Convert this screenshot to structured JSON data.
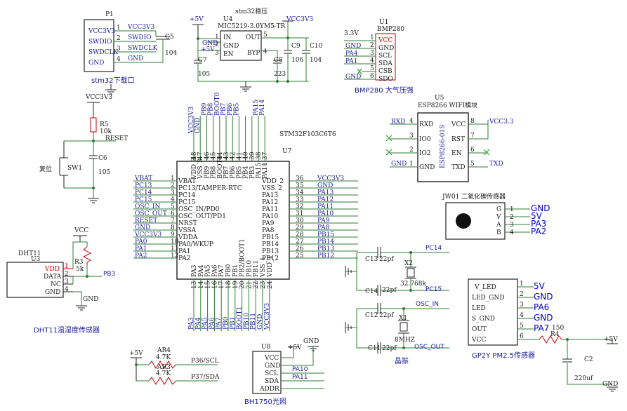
{
  "p1": {
    "ref": "P1",
    "pins": [
      "VCC3V3",
      "SWDIO",
      "SWDCLK",
      "GND"
    ],
    "nets": [
      "VCC3V3",
      "SWDIO",
      "SWDCLK",
      "GND"
    ],
    "cap_ref": "C5",
    "cap_val": "104",
    "caption": "stm32下载口"
  },
  "reg": {
    "title": "stm32稳压",
    "ref": "U4",
    "part": "MIC5219-3.0YM5-TR",
    "pins": [
      "IN",
      "GND",
      "EN",
      "OUT",
      "BYP"
    ],
    "in_net": "+5V",
    "out_net": "VCC3V3",
    "power": "+5V",
    "c7_ref": "C7",
    "c7_val": "105",
    "c8_ref": "C8",
    "c8_val": "223",
    "c9_ref": "C9",
    "c9_val": "106",
    "c10_ref": "C10",
    "c10_val": "104"
  },
  "bmp": {
    "ref": "U1",
    "part": "BMP280",
    "supply": "3.3V",
    "pins": [
      "VCC",
      "GND",
      "SCL",
      "SDA",
      "CSB",
      "SDO"
    ],
    "nets": [
      "GND",
      "PA4",
      "PA1"
    ],
    "caption": "BMP280 大气压强"
  },
  "reset": {
    "vcc": "VCC3V3",
    "r_ref": "R5",
    "r_val": "10k",
    "net": "RESET",
    "c_ref": "C6",
    "c_val": "105",
    "sw_ref": "SW1",
    "sw_label": "复位"
  },
  "mcu": {
    "ref": "U7",
    "part": "STM32F103C6T6",
    "top_pins": [
      "VDD_3",
      "VSS_3",
      "PB9",
      "PB8",
      "BOOT0",
      "PB7",
      "PB6",
      "PB5",
      "PB4",
      "PB3",
      "PA15",
      "PA14"
    ],
    "top_nums": [
      "48",
      "47",
      "46",
      "45",
      "44",
      "43",
      "42",
      "41",
      "40",
      "39",
      "38",
      "37"
    ],
    "top_nets": [
      "VCC3V3",
      "GND",
      "PB9",
      "PB8",
      "BOOT0",
      "PB7",
      "PB6",
      "PB5",
      "",
      "",
      "PA15",
      "PA14"
    ],
    "left_pins": [
      "VBAT",
      "PC13/TAMPER-RTC",
      "PC14",
      "PC15",
      "OSC_IN/PD0",
      "OSC_OUT/PD1",
      "NRST",
      "VSSA",
      "VDDA",
      "PA0/WKUP",
      "PA1",
      "PA2"
    ],
    "left_nums": [
      "1",
      "2",
      "3",
      "4",
      "5",
      "6",
      "7",
      "8",
      "9",
      "10",
      "11",
      "12"
    ],
    "left_nets": [
      "VBAT",
      "PC13",
      "PC14",
      "PC15",
      "OSC_IN",
      "OSC_OUT",
      "RESET",
      "GND",
      "VCC3V3",
      "PA0",
      "PA1",
      "PA2"
    ],
    "right_pins": [
      "VDD_2",
      "VSS_2",
      "PA13",
      "PA12",
      "PA11",
      "PA10",
      "PA9",
      "PA8",
      "PB15",
      "PB14",
      "PB13",
      "PB12"
    ],
    "right_nums": [
      "36",
      "35",
      "34",
      "33",
      "32",
      "31",
      "30",
      "29",
      "28",
      "27",
      "26",
      "25"
    ],
    "right_nets": [
      "VCC3V3",
      "GND",
      "PA13",
      "PA12",
      "PA11",
      "PA10",
      "PA9",
      "PA8",
      "PB15",
      "PB14",
      "PB13",
      "PB12"
    ],
    "bottom_pins": [
      "PA3",
      "PA4",
      "PA5",
      "PA6",
      "PA7",
      "PB0",
      "PB1",
      "PB2/BOOT1",
      "PB10",
      "PB11",
      "VSS_1",
      "VDD_1"
    ],
    "bottom_nums": [
      "13",
      "14",
      "15",
      "16",
      "17",
      "18",
      "19",
      "20",
      "21",
      "22",
      "23",
      "24"
    ],
    "bottom_nets": [
      "PA3",
      "PA4",
      "PA5",
      "PA6",
      "PA7",
      "PB0",
      "PB1",
      "BOOT1",
      "PB10",
      "PB11",
      "GND",
      "VCC3V3"
    ]
  },
  "esp": {
    "ref": "U5",
    "title": "ESP8266 WIFI模块",
    "part": "ESP8266-01S",
    "left_pins": [
      "RXD",
      "IO0",
      "IO2",
      "GND"
    ],
    "left_nums": [
      "4",
      "3",
      "2",
      "1"
    ],
    "right_pins": [
      "VCC",
      "RST",
      "EN",
      "TXD"
    ],
    "right_nums": [
      "8",
      "7",
      "6",
      "5"
    ],
    "nets": {
      "rxd": "RXD",
      "gnd": "GND",
      "vcc": "VCC3.3",
      "txd": "TXD"
    }
  },
  "jw01": {
    "title": "JW01 二氧化碳传感器",
    "pins": [
      "G",
      "V",
      "A",
      "B"
    ],
    "nums": [
      "1",
      "2",
      "3",
      "4"
    ],
    "nets": [
      "GND",
      "5V",
      "PA3",
      "PA2"
    ]
  },
  "dht": {
    "ref": "U3",
    "part": "DHT11",
    "pins": [
      "VDD",
      "DATA",
      "NC",
      "GND"
    ],
    "nums": [
      "1",
      "2",
      "3",
      "4"
    ],
    "vcc": "VCC",
    "r_ref": "R3",
    "r_val": "5k",
    "net": "PB3",
    "gnd": "GND",
    "caption": "DHT11温湿度传感器"
  },
  "crystal": {
    "c13_ref": "C13",
    "c13_val": "22pf",
    "c14_ref": "C14",
    "c14_val": "22pf",
    "x2_ref": "X2",
    "x2_val": "32.768k",
    "pc14": "PC14",
    "pc15": "PC15",
    "c12_ref": "C12",
    "c12_val": "22pf",
    "c11_ref": "C11",
    "c11_val": "22pf",
    "x1_ref": "X1",
    "x1_val": "8MHZ",
    "osc_in": "OSC_IN",
    "osc_out": "OSC_OUT",
    "caption": "晶振"
  },
  "pullup": {
    "power": "+5V",
    "r1_ref": "AR4",
    "r1_val": "4.7K",
    "r2_ref": "AR3",
    "r2_val": "4.7K",
    "net1": "P36/SCL",
    "net2": "P37/SDA"
  },
  "bh": {
    "ref": "U8",
    "pins": [
      "VCC",
      "GND",
      "SCL",
      "SDA",
      "ADDR"
    ],
    "power": "+5V",
    "gnd": "GND",
    "nets": [
      "PA10",
      "PA11"
    ],
    "caption": "BH1750光照"
  },
  "gp2y": {
    "pins": [
      "V_LED",
      "LED_GND",
      "LED",
      "S_GND",
      "OUT",
      "VCC"
    ],
    "nums": [
      "1",
      "2",
      "3",
      "4",
      "5",
      "6"
    ],
    "nets": [
      "5V",
      "GND",
      "PA6",
      "GND",
      "PA7"
    ],
    "r_ref": "R4",
    "r_val": "150",
    "c_ref": "C2",
    "c_val": "220uf",
    "power": "+5V",
    "gnd": "GND",
    "caption": "GP2Y PM2.5传感器"
  }
}
